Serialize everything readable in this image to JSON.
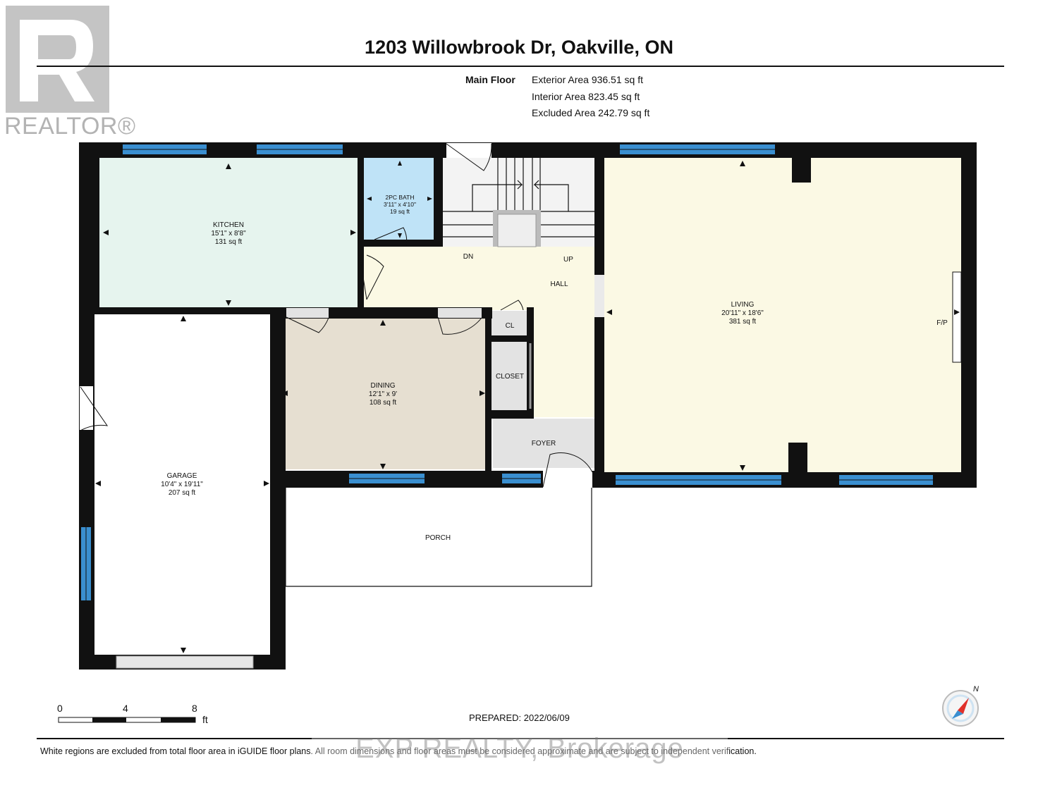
{
  "branding": {
    "logo_text": "REALTOR®",
    "watermark": "EXP REALTY, Brokerage"
  },
  "header": {
    "title": "1203 Willowbrook Dr, Oakville, ON",
    "floor_label": "Main Floor",
    "areas": [
      "Exterior Area 936.51 sq ft",
      "Interior Area 823.45 sq ft",
      "Excluded Area 242.79 sq ft"
    ]
  },
  "rooms": {
    "kitchen": {
      "name": "KITCHEN",
      "dims": "15'1\" x 8'8\"",
      "area": "131 sq ft"
    },
    "bath": {
      "name": "2PC BATH",
      "dims": "3'11\" x 4'10\"",
      "area": "19 sq ft"
    },
    "hall": {
      "name": "HALL"
    },
    "stairs_dn": "DN",
    "stairs_up": "UP",
    "living": {
      "name": "LIVING",
      "dims": "20'11\" x 18'6\"",
      "area": "381 sq ft"
    },
    "fireplace": "F/P",
    "cl": "CL",
    "closet": "CLOSET",
    "dining": {
      "name": "DINING",
      "dims": "12'1\" x 9'",
      "area": "108 sq ft"
    },
    "foyer": "FOYER",
    "garage": {
      "name": "GARAGE",
      "dims": "10'4\" x 19'11\"",
      "area": "207 sq ft"
    },
    "porch": "PORCH"
  },
  "scale": {
    "ticks": [
      "0",
      "4",
      "8"
    ],
    "unit": "ft"
  },
  "compass": "N",
  "footer": {
    "prepared": "PREPARED: 2022/06/09",
    "disclaimer": "White regions are excluded from total floor area in iGUIDE floor plans. All room dimensions and floor areas must be considered approximate and are subject to independent verification."
  },
  "colors": {
    "wall": "#111111",
    "window": "#3a8fd0",
    "kitchen": "#e6f4ee",
    "bath": "#bfe3f7",
    "hall": "#fbf9e4",
    "living": "#fbf9e4",
    "dining": "#e6dfd1",
    "foyer": "#e3e3e3",
    "stairs": "#f3f3f3"
  }
}
